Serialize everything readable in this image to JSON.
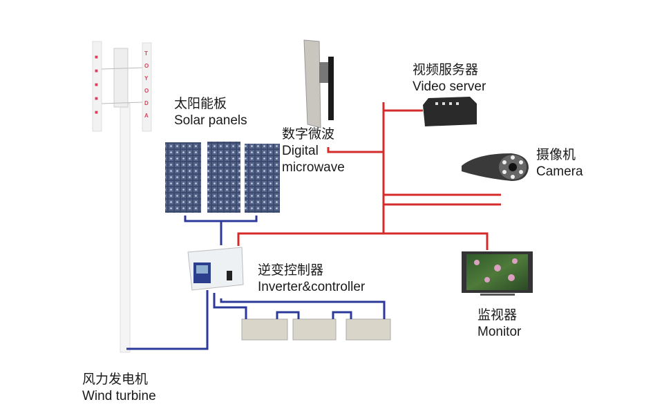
{
  "colors": {
    "power_line": "#2b3a9a",
    "signal_line": "#d42a2a"
  },
  "logo_text": "TOYODA",
  "labels": {
    "solar": {
      "zh": "太阳能板",
      "en": "Solar panels"
    },
    "microwave": {
      "zh": "数字微波",
      "en": "Digital",
      "en2": "microwave"
    },
    "video_server": {
      "zh": "视频服务器",
      "en": "Video server"
    },
    "camera": {
      "zh": "摄像机",
      "en": "Camera"
    },
    "inverter": {
      "zh": "逆变控制器",
      "en": "Inverter&controller"
    },
    "monitor": {
      "zh": "监视器",
      "en": "Monitor"
    },
    "wind": {
      "zh": "风力发电机",
      "en": "Wind turbine"
    }
  }
}
